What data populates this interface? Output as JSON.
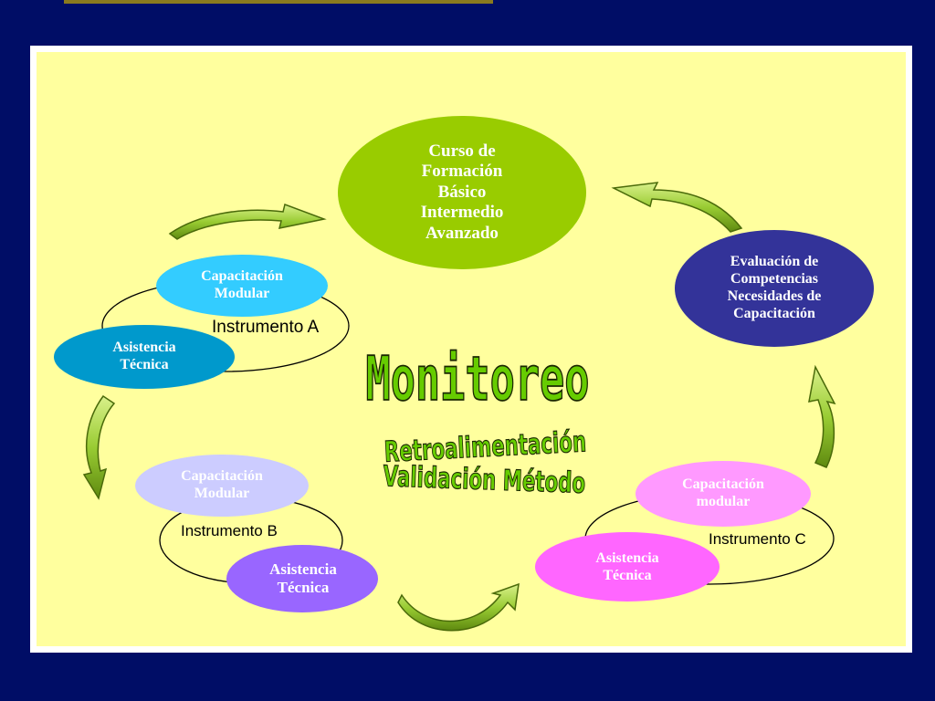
{
  "diagram": {
    "center_node": {
      "lines": [
        "Curso de",
        "Formación",
        "Básico",
        "Intermedio",
        "Avanzado"
      ],
      "color": "#99cc00"
    },
    "evaluation_node": {
      "lines": [
        "Evaluación de",
        "Competencias",
        "Necesidades de",
        "Capacitación"
      ],
      "color": "#333399"
    },
    "group_a": {
      "capacitacion": [
        "Capacitación",
        "Modular"
      ],
      "asistencia": [
        "Asistencia",
        "Técnica"
      ],
      "instrument": "Instrumento A",
      "capacitacion_color": "#33ccff",
      "asistencia_color": "#0099cc"
    },
    "group_b": {
      "capacitacion": [
        "Capacitación",
        "Modular"
      ],
      "asistencia": [
        "Asistencia",
        "Técnica"
      ],
      "instrument": "Instrumento B",
      "capacitacion_color": "#ccccff",
      "asistencia_color": "#9966ff"
    },
    "group_c": {
      "capacitacion": [
        "Capacitación",
        "modular"
      ],
      "asistencia": [
        "Asistencia",
        "Técnica"
      ],
      "instrument": "Instrumento C",
      "capacitacion_color": "#ff99ff",
      "asistencia_color": "#ff66ff"
    },
    "center_text": {
      "title": "Monitoreo",
      "line1": "Retroalimentación",
      "line2": "Validación Método"
    },
    "arrow_color": "#99cc33"
  }
}
